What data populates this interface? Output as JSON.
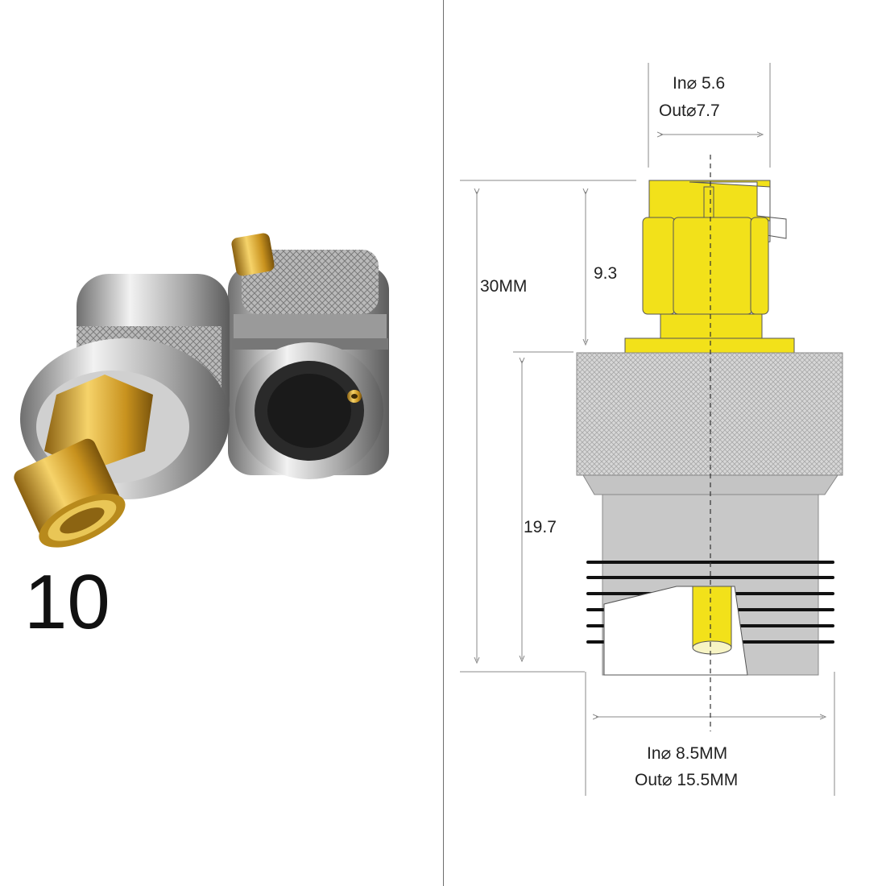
{
  "quantity_label": "10",
  "dimensions": {
    "top_inner": "In⌀ 5.6",
    "top_outer": "Out⌀7.7",
    "total_length": "30MM",
    "plug_length": "9.3",
    "body_length": "19.7",
    "bottom_inner": "In⌀ 8.5MM",
    "bottom_outer": "Out⌀ 15.5MM"
  },
  "colors": {
    "gold": "#f2e11a",
    "silver": "#c8c8c8",
    "knurl": "#d4d4d4",
    "thread": "#111111"
  }
}
